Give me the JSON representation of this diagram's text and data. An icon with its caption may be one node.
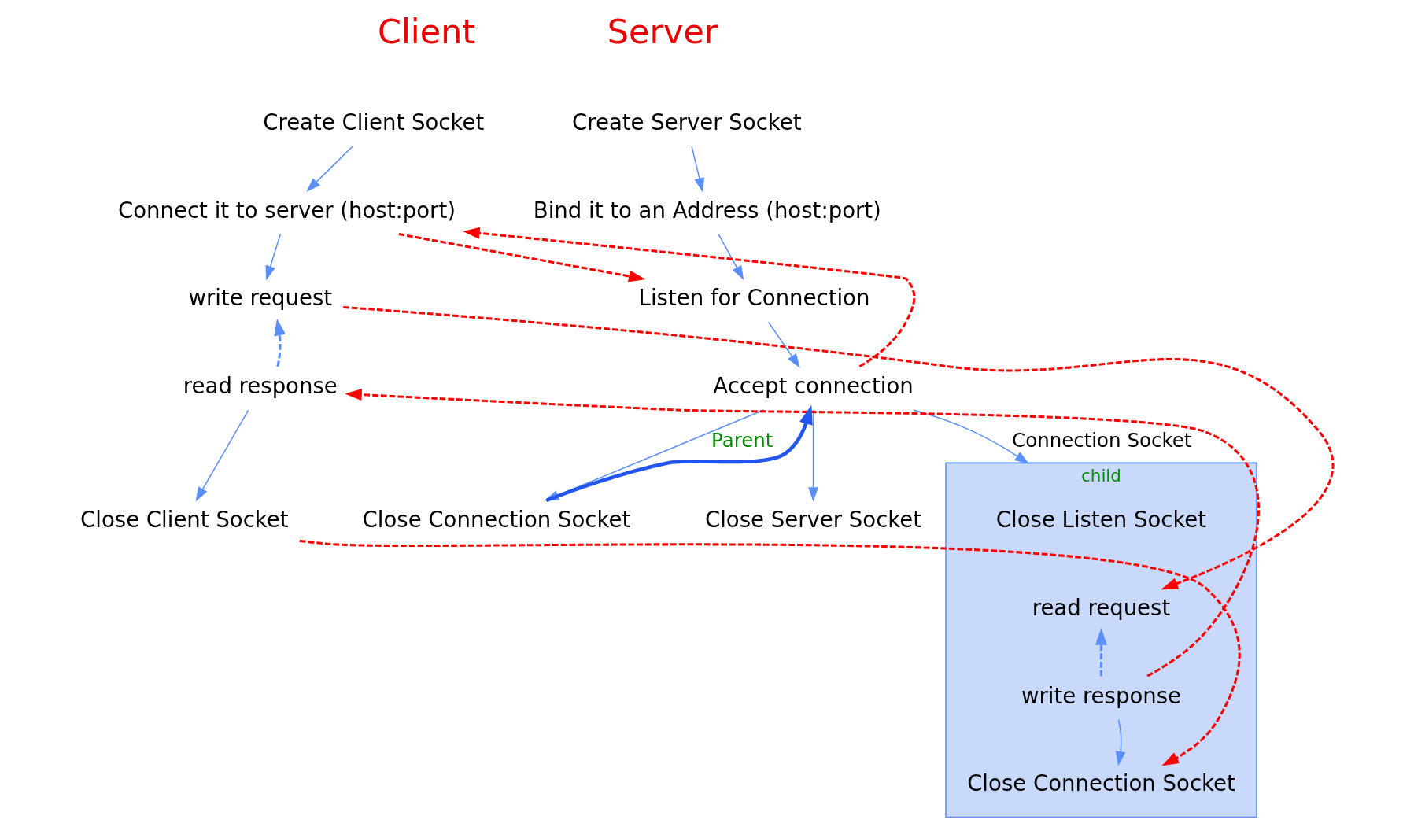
{
  "diagram": {
    "nodes": [
      {
        "text": [
          "Create Client Socket"
        ]
      },
      {
        "text": [
          "Connect it to server (host:port)"
        ]
      },
      {
        "text": [
          "write request"
        ]
      },
      {
        "text": [
          "read response"
        ]
      },
      {
        "text": [
          "Close Client Socket"
        ]
      },
      {
        "text": [
          "Create Server Socket"
        ]
      },
      {
        "text": [
          "Bind it to an Address (host:port)"
        ]
      },
      {
        "text": [
          "Listen for Connection"
        ]
      },
      {
        "text": [
          "Accept connection"
        ]
      },
      {
        "text": [],
        "shape": "box",
        "beside": [
          "child"
        ]
      },
      {
        "text": [
          "Close Listen Socket"
        ],
        "in": 9
      },
      {
        "text": [
          "read request"
        ],
        "in": 9
      },
      {
        "text": [
          "write response"
        ],
        "in": 9
      },
      {
        "text": [
          "Close Connection Socket"
        ],
        "in": 9
      },
      {
        "text": [
          "Close Connection Socket"
        ]
      },
      {
        "text": [
          "Close Server Socket"
        ]
      }
    ],
    "edges": [
      {
        "from": 0,
        "to": 1,
        "arrow": "to"
      },
      {
        "from": 1,
        "to": 7,
        "arrow": "to",
        "style": "dashed",
        "color": "#ff0000"
      },
      {
        "from": 8,
        "to": 1,
        "arrow": "to",
        "style": "dashed",
        "color": "#ff0000"
      },
      {
        "from": 1,
        "to": 2,
        "arrow": "to"
      },
      {
        "from": 3,
        "to": 2,
        "arrow": "to",
        "style": "dashed"
      },
      {
        "from": 2,
        "to": 11,
        "arrow": "to",
        "style": "dashed",
        "color": "#ff0000"
      },
      {
        "from": 12,
        "to": 3,
        "arrow": "to",
        "style": "dashed",
        "color": "#ff0000"
      },
      {
        "from": 3,
        "to": 4,
        "arrow": "to"
      },
      {
        "from": 4,
        "to": 13,
        "arrow": "to",
        "style": "dashed",
        "color": "#ff0000"
      },
      {
        "from": 5,
        "to": 6,
        "arrow": "to"
      },
      {
        "from": 6,
        "to": 7,
        "arrow": "to"
      },
      {
        "from": 7,
        "to": 8,
        "arrow": "to"
      },
      {
        "from": 8,
        "to": 9,
        "arrow": "to",
        "label": "Connection Socket"
      },
      {
        "from": 8,
        "to": 14,
        "arrow": "to",
        "label": "Parent"
      },
      {
        "from": 14,
        "to": 8,
        "arrow": "to",
        "style": "thick",
        "color": "#2255ee"
      },
      {
        "from": 8,
        "to": 15,
        "arrow": "to"
      },
      {
        "from": 12,
        "to": 11,
        "arrow": "to",
        "style": "dashed"
      },
      {
        "from": 12,
        "to": 13,
        "arrow": "to"
      }
    ],
    "labels": [
      "Client",
      "Server"
    ]
  }
}
